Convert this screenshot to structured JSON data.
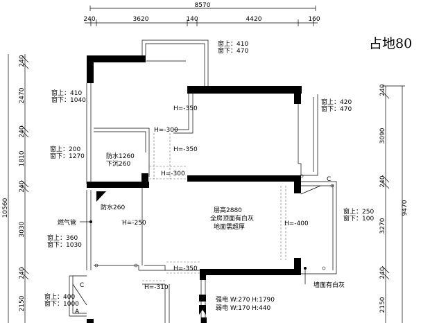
{
  "title": "占地80",
  "dimensions": {
    "top_total": "8570",
    "top_segments": [
      "240",
      "3620",
      "140",
      "4420",
      "160"
    ],
    "left_total": "10560",
    "left_segments": [
      "240",
      "2470",
      "240",
      "1810",
      "240",
      "3030",
      "240",
      "2150"
    ],
    "right_total": "9470",
    "right_segments": [
      "240",
      "3090",
      "240",
      "3270",
      "240",
      "2150"
    ]
  },
  "windows": [
    {
      "up": "窗上：410",
      "down": "窗下：470"
    },
    {
      "up": "窗上：410",
      "down": "窗下：1040"
    },
    {
      "up": "窗上：420",
      "down": "窗下：470"
    },
    {
      "up": "窗上：200",
      "down": "窗下：1270"
    },
    {
      "up": "窗上：250",
      "down": "窗下：100"
    },
    {
      "up": "窗上：360",
      "down": "窗下：1030"
    },
    {
      "up": "窗上：400",
      "down": "窗下：1000"
    }
  ],
  "beams": [
    "H=-350",
    "H=-300",
    "H=-350",
    "H=-300",
    "H=-250",
    "H=-400",
    "H=-350",
    "H=-310"
  ],
  "notes": {
    "waterproof_1": "防水1260",
    "sunken": "下沉260",
    "waterproof_2": "防水260",
    "gas_pipe": "燃气管",
    "floor_height": "层高2880",
    "ceiling_note": "全房顶面有白灰",
    "floor_note": "地面需超厚",
    "wall_note": "墙面有白灰",
    "strong_power": "强电  W:270  H:1790",
    "weak_power": "弱电  W:170  H:440"
  },
  "markers": {
    "c1": "C",
    "c2": "C",
    "a1": "A"
  }
}
